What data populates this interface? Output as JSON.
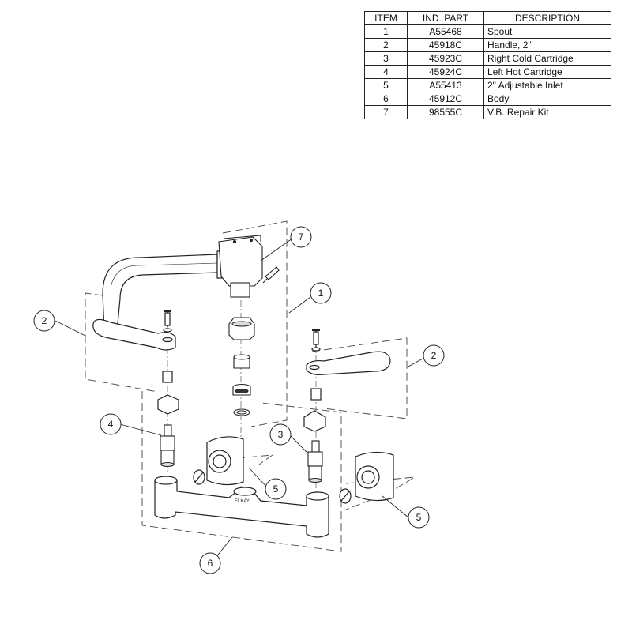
{
  "table": {
    "headers": [
      "ITEM",
      "IND. PART",
      "DESCRIPTION"
    ],
    "rows": [
      {
        "item": "1",
        "part": "A55468",
        "desc": "Spout"
      },
      {
        "item": "2",
        "part": "45918C",
        "desc": "Handle, 2\""
      },
      {
        "item": "3",
        "part": "45923C",
        "desc": "Right Cold Cartridge"
      },
      {
        "item": "4",
        "part": "45924C",
        "desc": "Left Hot Cartridge"
      },
      {
        "item": "5",
        "part": "A55413",
        "desc": "2\" Adjustable Inlet"
      },
      {
        "item": "6",
        "part": "45912C",
        "desc": "Body"
      },
      {
        "item": "7",
        "part": "98555C",
        "desc": "V.B. Repair Kit"
      }
    ]
  },
  "callouts": {
    "spout": "1",
    "handle_left": "2",
    "handle_right": "2",
    "cold_cartridge": "3",
    "hot_cartridge": "4",
    "inlet_center": "5",
    "inlet_right": "5",
    "body": "6",
    "vb_kit": "7"
  },
  "body_marking": "ELKAY"
}
